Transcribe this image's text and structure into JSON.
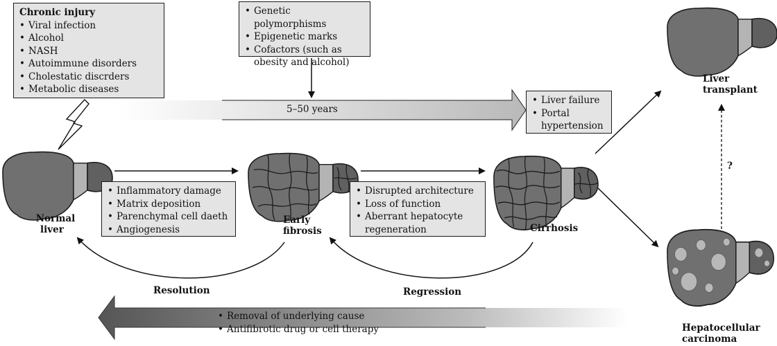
{
  "chronic_box": {
    "heading": "Chronic injury",
    "items": [
      "Viral infection",
      "Alcohol",
      "NASH",
      "Autoimmune disorders",
      "Cholestatic discrders",
      "Metabolic diseases"
    ]
  },
  "cofactor_box": {
    "items": [
      "Genetic polymorphisms",
      "Epigenetic marks",
      "Cofactors (such as",
      "obesity and alcohol)"
    ]
  },
  "outcome_box": {
    "items": [
      "Liver failure",
      "Portal",
      "hypertension"
    ]
  },
  "timeline_label": "5–50 years",
  "stage1_box": {
    "items": [
      "Inflammatory damage",
      "Matrix deposition",
      "Parenchymal cell daeth",
      "Angiogenesis"
    ]
  },
  "stage2_box": {
    "items": [
      "Disrupted architecture",
      "Loss of function",
      "Aberrant hepatocyte",
      "regeneration"
    ]
  },
  "labels": {
    "normal": [
      "Normal",
      "liver"
    ],
    "early": [
      "Early",
      "fibrosis"
    ],
    "cirrhosis": "Cirrhosis",
    "transplant": [
      "Liver",
      "transplant"
    ],
    "hcc": [
      "Hepatocellular",
      "carcinoma"
    ],
    "resolution": "Resolution",
    "regression": "Regression",
    "question": "?"
  },
  "reversal": {
    "items": [
      "Removal of underlying cause",
      "Antifibrotic drug or cell therapy"
    ]
  },
  "colors": {
    "liver_main": "#707070",
    "liver_dark": "#4a4a4a",
    "liver_light": "#b4b4b4",
    "box_fill": "#e4e4e4",
    "arrow_dark": "#5a5a5a"
  }
}
